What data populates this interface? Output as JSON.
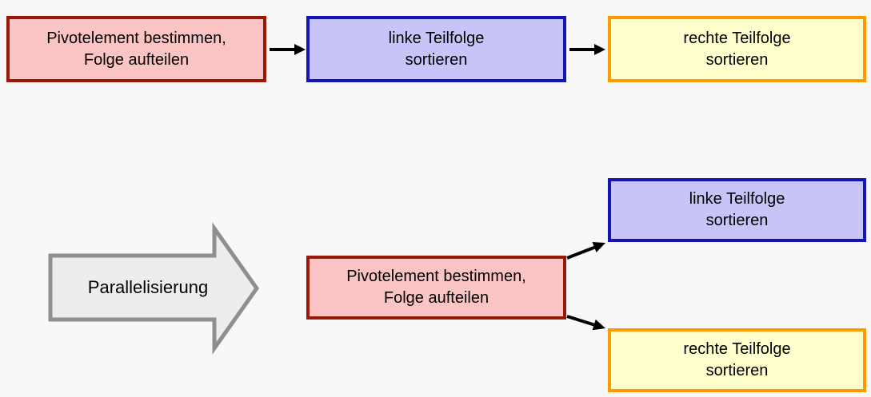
{
  "colors": {
    "canvas_bg": "#f8f8f8",
    "pivot_fill": "#fbc4c4",
    "pivot_border": "#9c1806",
    "left_fill": "#c7c4f8",
    "left_border": "#1515b5",
    "right_fill": "#ffffcd",
    "right_border": "#ff9b00",
    "transform_fill": "#ededed",
    "transform_border": "#8f8f8f",
    "connector": "#000000",
    "text": "#000000"
  },
  "top_flow": {
    "pivot_label": "Pivotelement bestimmen,\nFolge aufteilen",
    "left_label": "linke Teilfolge\nsortieren",
    "right_label": "rechte Teilfolge\nsortieren"
  },
  "bottom_flow": {
    "transform_arrow_label": "Parallelisierung",
    "pivot_label": "Pivotelement bestimmen,\nFolge aufteilen",
    "left_label": "linke Teilfolge\nsortieren",
    "right_label": "rechte Teilfolge\nsortieren"
  }
}
